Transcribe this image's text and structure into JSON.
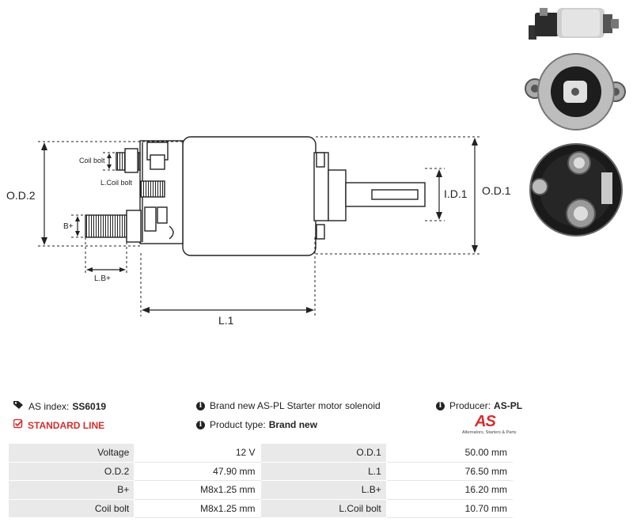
{
  "diagram": {
    "labels": {
      "od2": "O.D.2",
      "od1": "O.D.1",
      "id1": "I.D.1",
      "l1": "L.1",
      "lb": "L.B+",
      "bplus": "B+",
      "coil_bolt": "Coil bolt",
      "l_coil_bolt": "L.Coil bolt"
    }
  },
  "info": {
    "as_index_label": "AS index:",
    "as_index_value": "SS6019",
    "standard_line": "STANDARD LINE",
    "description": "Brand new AS-PL Starter motor solenoid",
    "product_type_label": "Product type:",
    "product_type_value": "Brand new",
    "producer_label": "Producer:",
    "producer_value": "AS-PL",
    "logo_text": "AS",
    "logo_tagline": "Alternators, Starters & Parts"
  },
  "specs": [
    {
      "k1": "Voltage",
      "v1": "12 V",
      "k2": "O.D.1",
      "v2": "50.00 mm"
    },
    {
      "k1": "O.D.2",
      "v1": "47.90 mm",
      "k2": "L.1",
      "v2": "76.50 mm"
    },
    {
      "k1": "B+",
      "v1": "M8x1.25 mm",
      "k2": "L.B+",
      "v2": "16.20 mm"
    },
    {
      "k1": "Coil bolt",
      "v1": "M8x1.25 mm",
      "k2": "L.Coil bolt",
      "v2": "10.70 mm"
    }
  ]
}
